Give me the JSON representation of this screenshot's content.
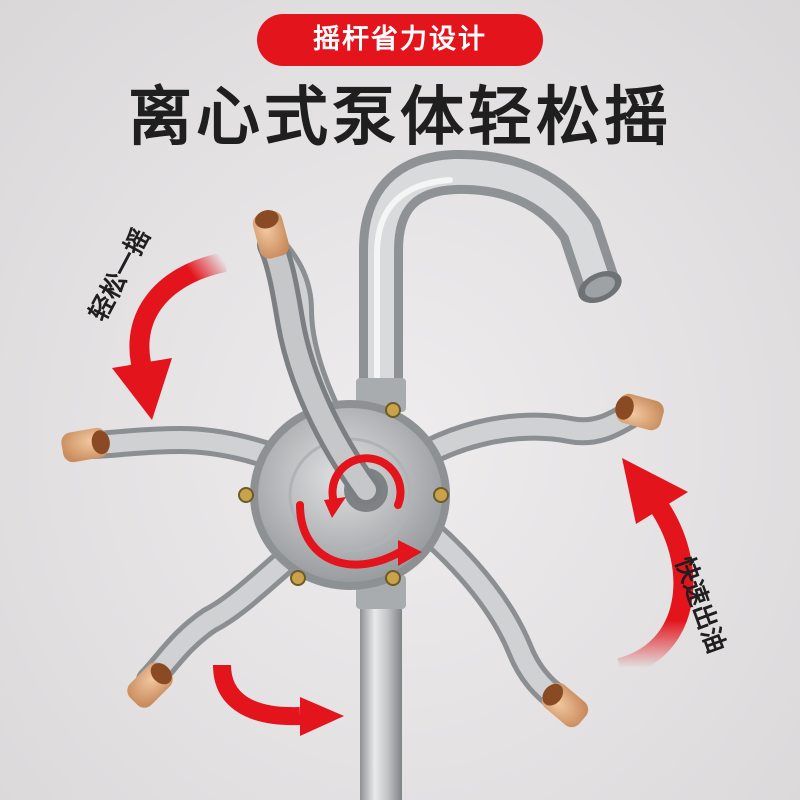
{
  "badge": {
    "text": "摇杆省力设计"
  },
  "headline": {
    "text": "离心式泵体轻松摇"
  },
  "labels": {
    "left": "轻松一摇",
    "right": "快速出油"
  },
  "colors": {
    "badge_bg": "#e3141b",
    "arrow_red": "#e3141b",
    "headline": "#1f1f1f",
    "metal": "#b9bbbd"
  }
}
